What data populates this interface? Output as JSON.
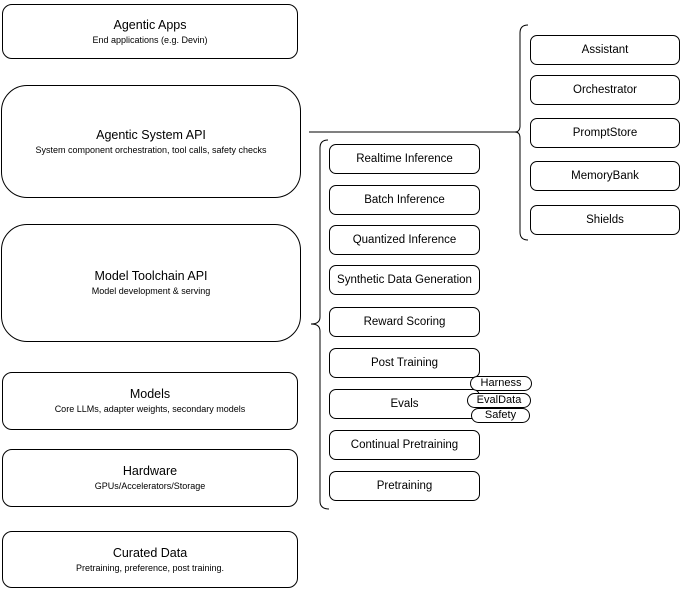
{
  "layers": [
    {
      "title": "Agentic Apps",
      "subtitle": "End applications (e.g. Devin)"
    },
    {
      "title": "Agentic System API",
      "subtitle": "System component orchestration, tool calls, safety checks"
    },
    {
      "title": "Model Toolchain API",
      "subtitle": "Model development & serving"
    },
    {
      "title": "Models",
      "subtitle": "Core LLMs, adapter weights, secondary models"
    },
    {
      "title": "Hardware",
      "subtitle": "GPUs/Accelerators/Storage"
    },
    {
      "title": "Curated Data",
      "subtitle": "Pretraining, preference, post training."
    }
  ],
  "toolchain": {
    "items": [
      "Realtime Inference",
      "Batch Inference",
      "Quantized Inference",
      "Synthetic Data Generation",
      "Reward Scoring",
      "Post Training",
      "Evals",
      "Continual Pretraining",
      "Pretraining"
    ],
    "evals_tags": [
      "Harness",
      "EvalData",
      "Safety"
    ]
  },
  "system_components": [
    "Assistant",
    "Orchestrator",
    "PromptStore",
    "MemoryBank",
    "Shields"
  ],
  "colors": {
    "stroke": "#000000",
    "fill": "#ffffff",
    "background": "#ffffff"
  }
}
